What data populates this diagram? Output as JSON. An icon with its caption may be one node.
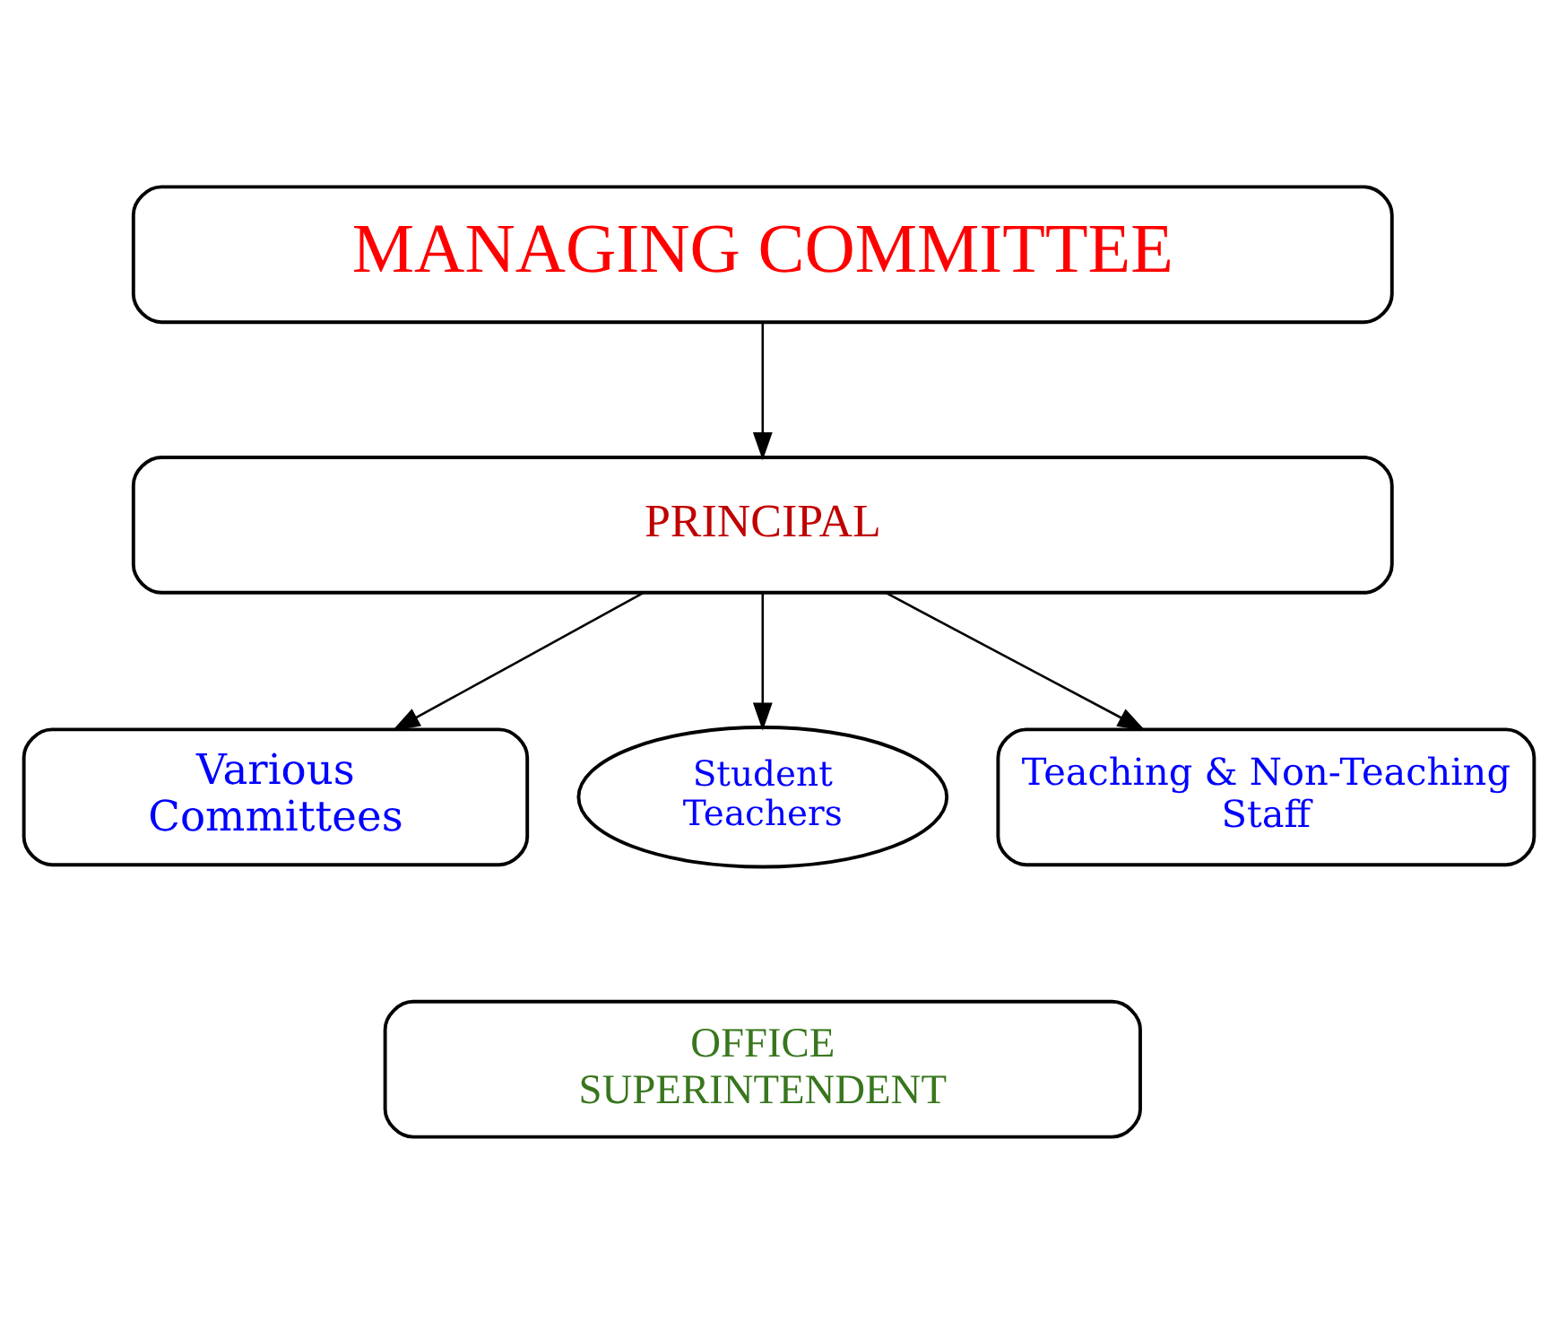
{
  "diagram": {
    "nodes": [
      {
        "text": [
          "MANAGING COMMITTEE"
        ]
      },
      {
        "text": [
          "PRINCIPAL"
        ]
      },
      {
        "text": [
          "Various Committees"
        ]
      },
      {
        "text": [
          "Student Teachers"
        ]
      },
      {
        "text": [
          "Teaching & Non-Teaching Staff"
        ]
      },
      {
        "text": [
          "OFFICE SUPERINTENDENT"
        ]
      }
    ],
    "edges": [
      {
        "from": 0,
        "to": 1,
        "arrow": "to"
      },
      {
        "from": 1,
        "to": 2,
        "arrow": "to"
      },
      {
        "from": 1,
        "to": 3,
        "arrow": "to"
      },
      {
        "from": 1,
        "to": 4,
        "arrow": "to"
      }
    ]
  }
}
